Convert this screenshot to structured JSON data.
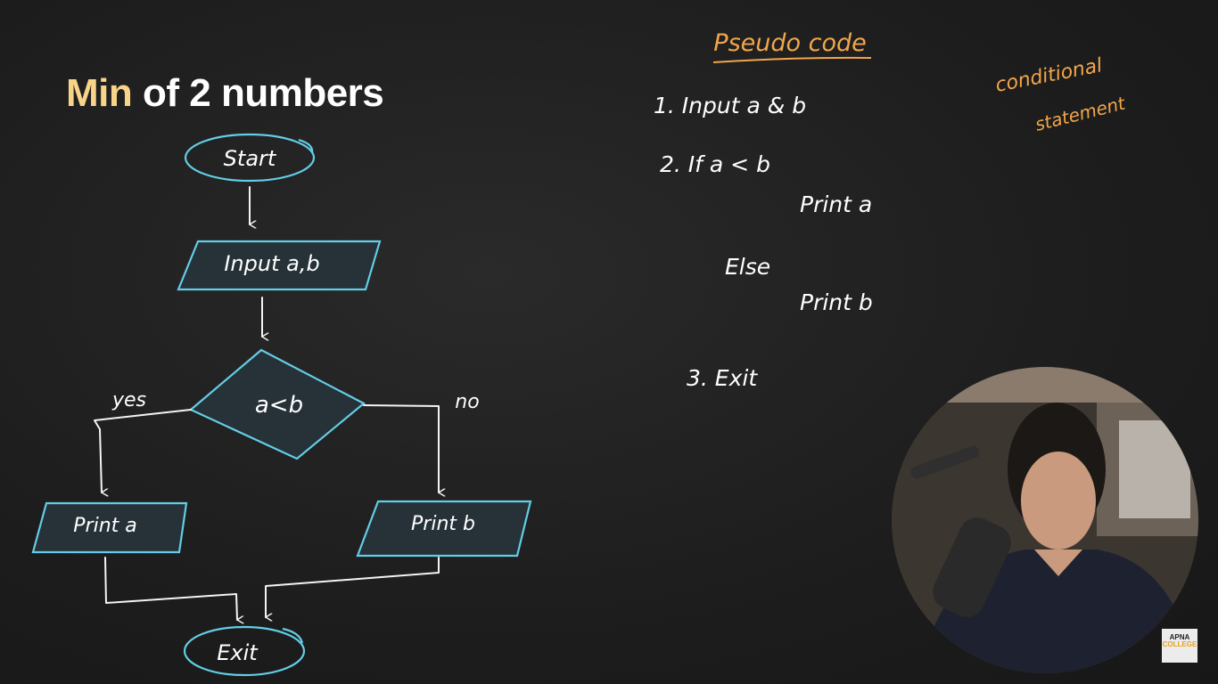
{
  "title": {
    "accent": "Min",
    "rest": "of 2 numbers"
  },
  "flowchart": {
    "start": "Start",
    "input": "Input a,b",
    "decision": "a<b",
    "yes_label": "yes",
    "no_label": "no",
    "print_a": "Print a",
    "print_b": "Print b",
    "exit": "Exit"
  },
  "pseudocode": {
    "heading": "Pseudo code",
    "lines": [
      "1.  Input a & b",
      "2.  If  a < b",
      "Print a",
      "Else",
      "Print b",
      "3.  Exit"
    ]
  },
  "note": {
    "line1": "conditional",
    "line2": "statement"
  },
  "logo": {
    "line1": "APNA",
    "line2": "COLLEGE"
  },
  "colors": {
    "shape_stroke": "#63cde6",
    "title_accent": "#f7d489",
    "annotation": "#f2a64b"
  }
}
